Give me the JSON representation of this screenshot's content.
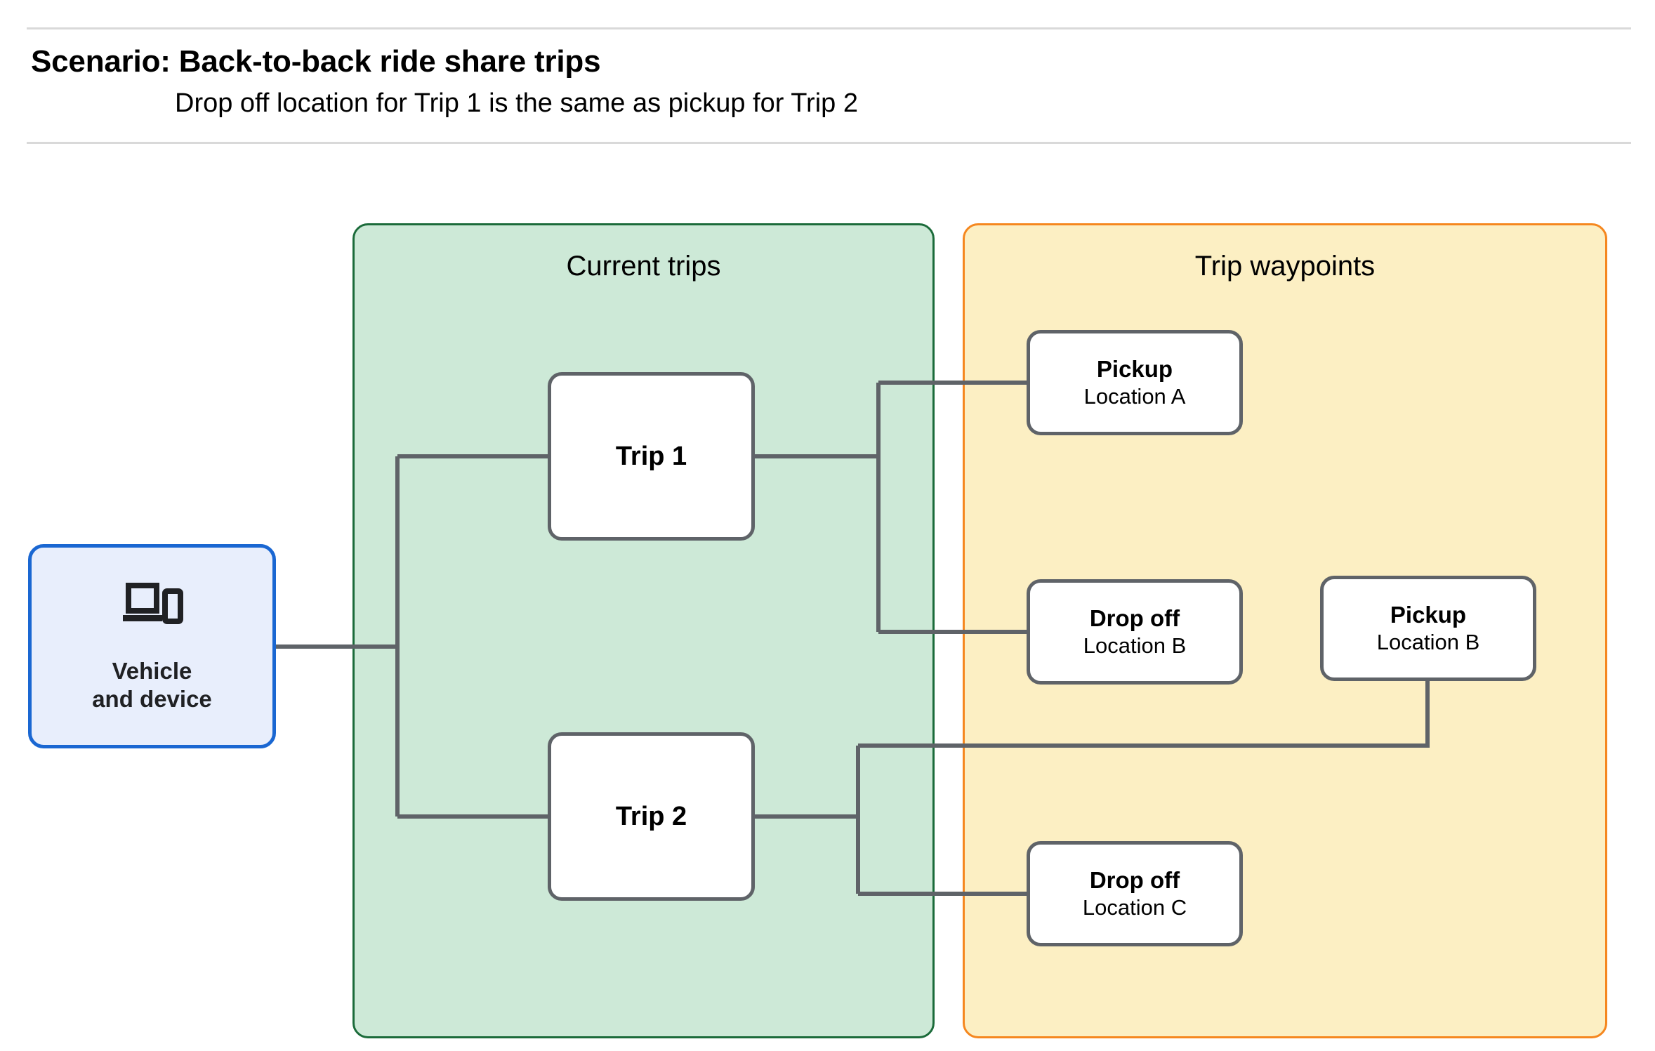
{
  "header": {
    "title": "Scenario: Back-to-back ride share trips",
    "subtitle": "Drop off  location for Trip 1 is the same as pickup for Trip 2"
  },
  "groups": {
    "current_trips": {
      "title": "Current trips"
    },
    "trip_waypoints": {
      "title": "Trip waypoints"
    }
  },
  "vehicle": {
    "icon": "laptop-and-phone-icon",
    "label_line_1": "Vehicle",
    "label_line_2": "and device"
  },
  "trips": [
    {
      "label": "Trip 1"
    },
    {
      "label": "Trip 2"
    }
  ],
  "waypoints": [
    {
      "title": "Pickup",
      "location": "Location A"
    },
    {
      "title": "Drop off",
      "location": "Location B"
    },
    {
      "title": "Pickup",
      "location": "Location B"
    },
    {
      "title": "Drop off",
      "location": "Location C"
    }
  ],
  "colors": {
    "current_trips_fill": "#cde9d7",
    "current_trips_border": "#1b6b3a",
    "trip_waypoints_fill": "#fcefc3",
    "trip_waypoints_border": "#f5871f",
    "vehicle_fill": "#e8eefc",
    "vehicle_border": "#1a67d2",
    "node_border": "#5f6368",
    "connector": "#5f6368",
    "rule": "#d9d9d9"
  }
}
